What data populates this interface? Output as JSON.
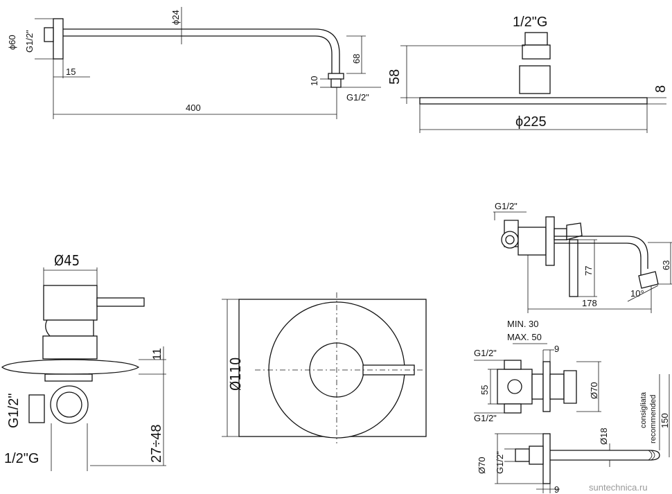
{
  "watermark": "suntechnica.ru",
  "shower_arm": {
    "d60": "ϕ60",
    "g12": "G1/2\"",
    "d24": "ϕ24",
    "d15": "15",
    "d68": "68",
    "d10": "10",
    "g12_outlet": "G1/2\"",
    "d400": "400"
  },
  "shower_head": {
    "thread": "1/2\"G",
    "h58": "58",
    "h8": "8",
    "d225": "ϕ225"
  },
  "mixer_side": {
    "d45": "Ø45",
    "d11": "11",
    "g12": "G1/2\"",
    "range": "27÷48",
    "thread": "1/2\"G"
  },
  "mixer_front": {
    "d110": "Ø110"
  },
  "spout_side": {
    "g12": "G1/2\"",
    "d77": "77",
    "d63": "63",
    "d178": "178",
    "angle": "10°"
  },
  "body_detail": {
    "min": "MIN. 30",
    "max": "MAX. 50",
    "d9": "9",
    "g12_top": "G1/2\"",
    "d55": "55",
    "d70": "Ø70",
    "g12_bottom": "G1/2\""
  },
  "spout_top": {
    "d70": "Ø70",
    "g12": "G1/2\"",
    "d18": "Ø18",
    "d150": "150",
    "note_it": "consigliata",
    "note_en": "recommended",
    "d9": "9"
  }
}
